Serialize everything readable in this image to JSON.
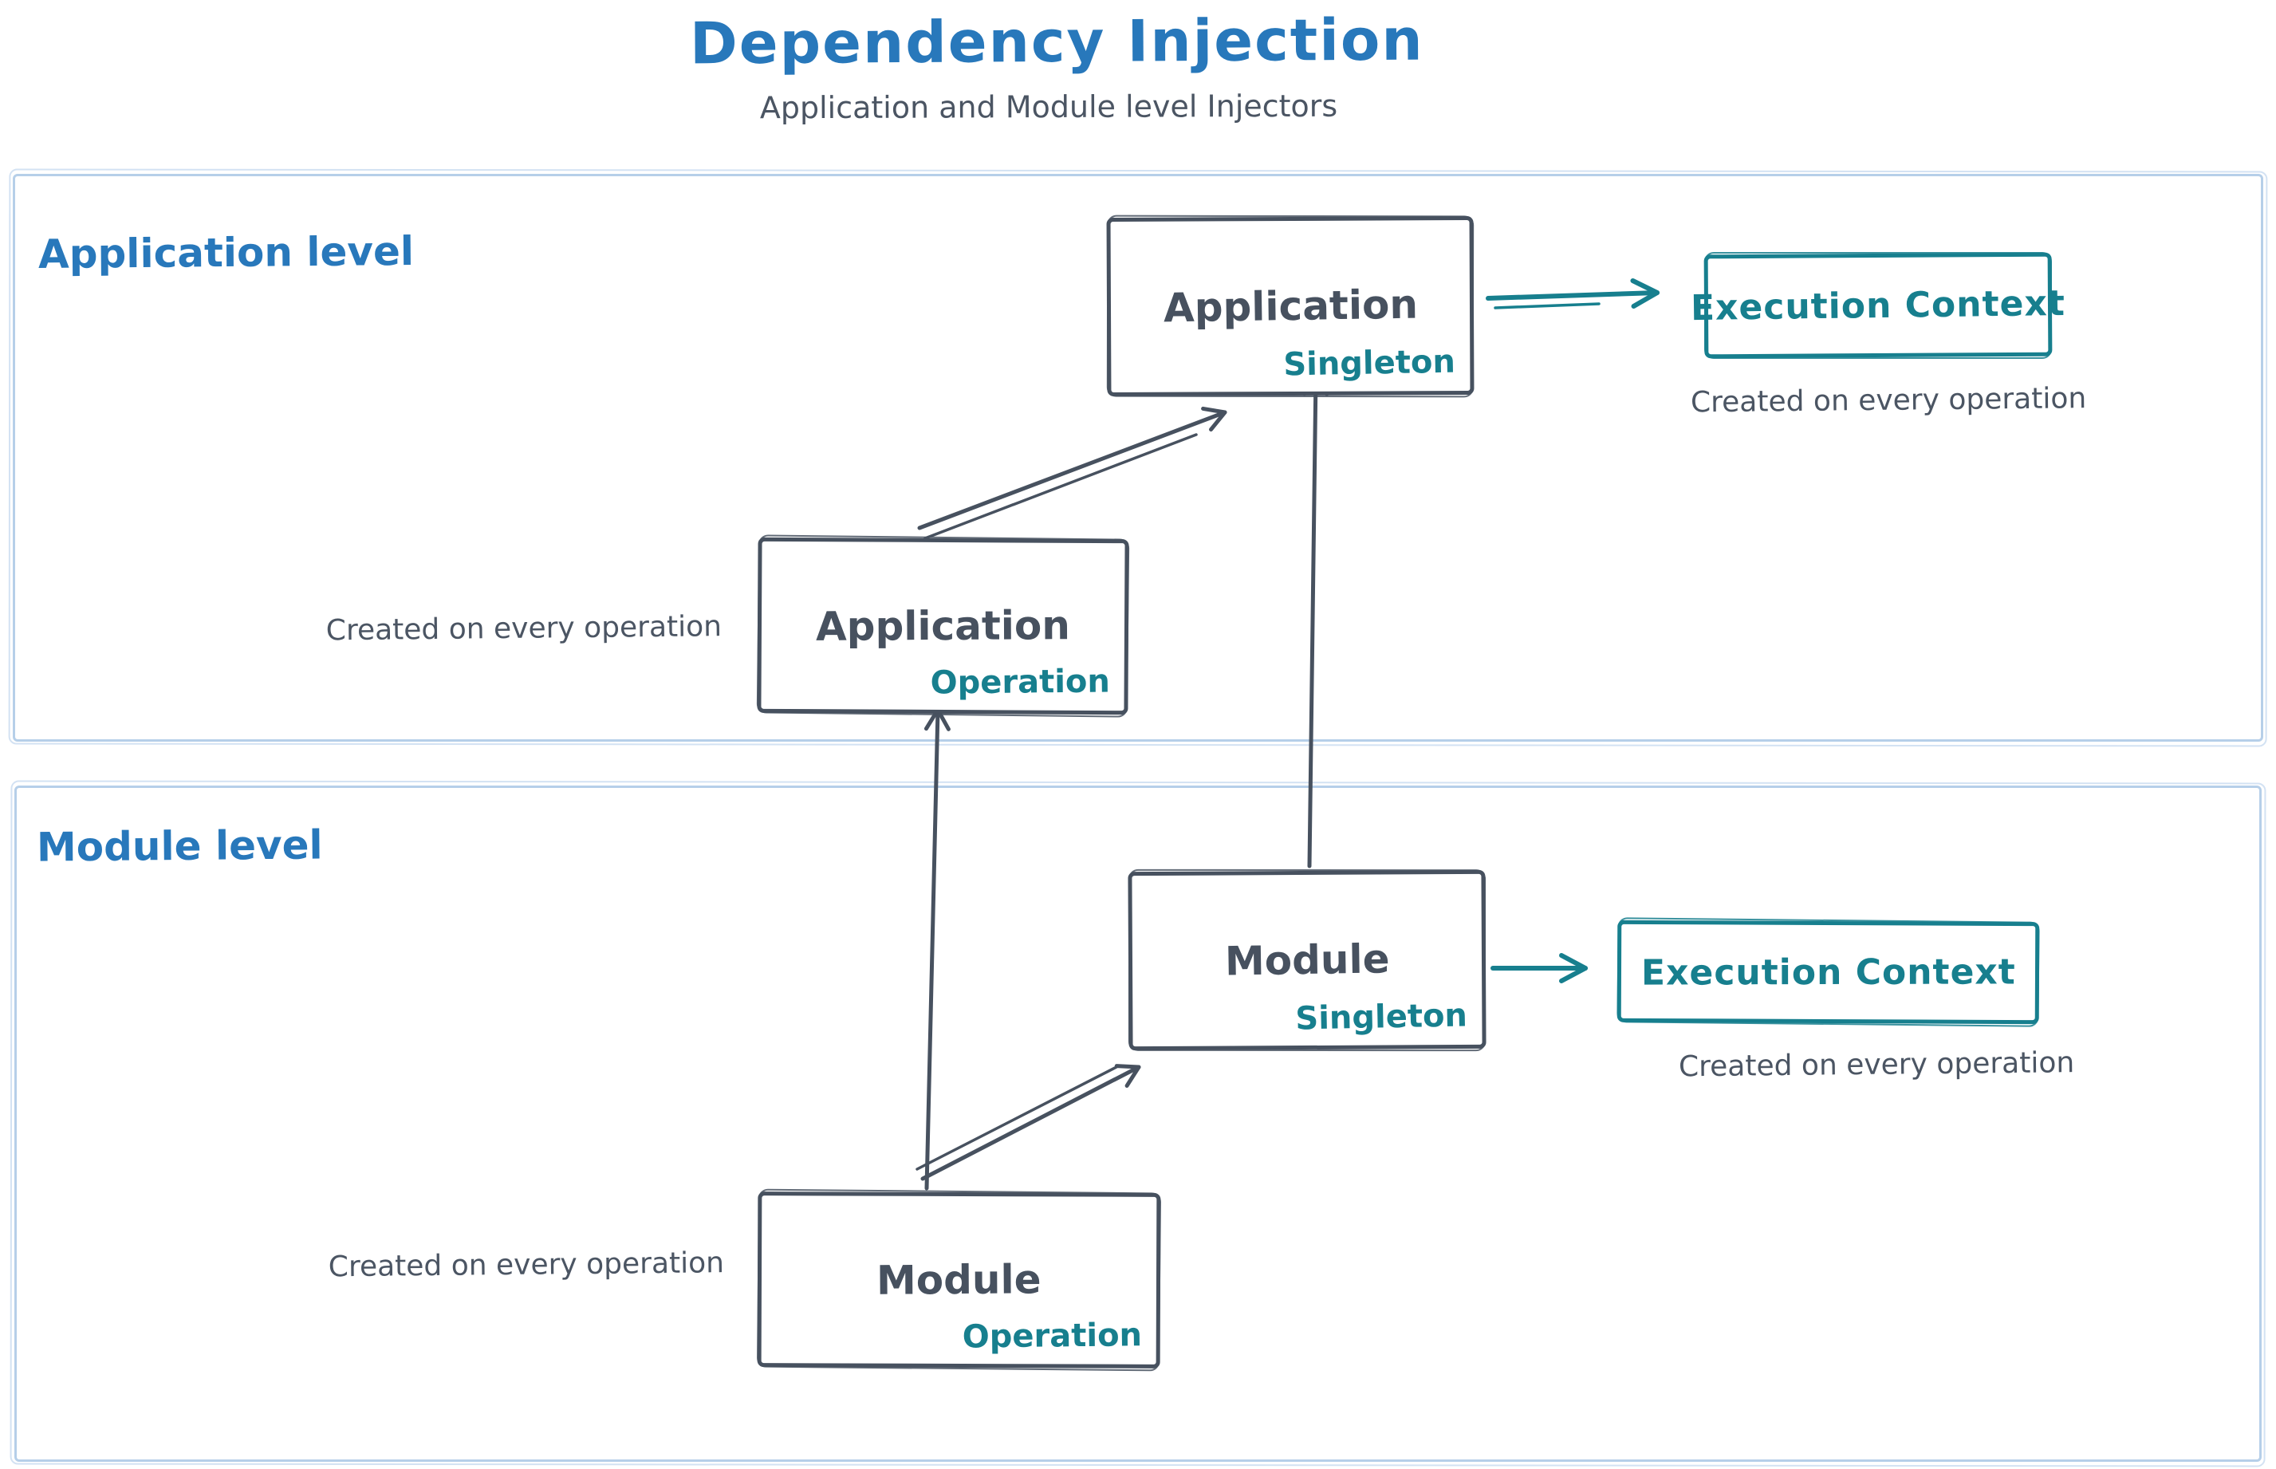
{
  "header": {
    "title": "Dependency Injection",
    "subtitle": "Application and Module level Injectors"
  },
  "colors": {
    "accent_blue": "#2878bb",
    "stroke_dark": "#47515f",
    "teal": "#177f8e",
    "section_border": "#b6cfe9"
  },
  "app_section": {
    "label": "Application level",
    "singleton_box": {
      "title": "Application",
      "scope": "Singleton"
    },
    "operation_box": {
      "title": "Application",
      "scope": "Operation"
    },
    "operation_note": "Created on every operation",
    "execution_context": {
      "title": "Execution Context",
      "note": "Created on every operation"
    }
  },
  "module_section": {
    "label": "Module level",
    "singleton_box": {
      "title": "Module",
      "scope": "Singleton"
    },
    "operation_box": {
      "title": "Module",
      "scope": "Operation"
    },
    "operation_note": "Created on every operation",
    "execution_context": {
      "title": "Execution Context",
      "note": "Created on every operation"
    }
  }
}
